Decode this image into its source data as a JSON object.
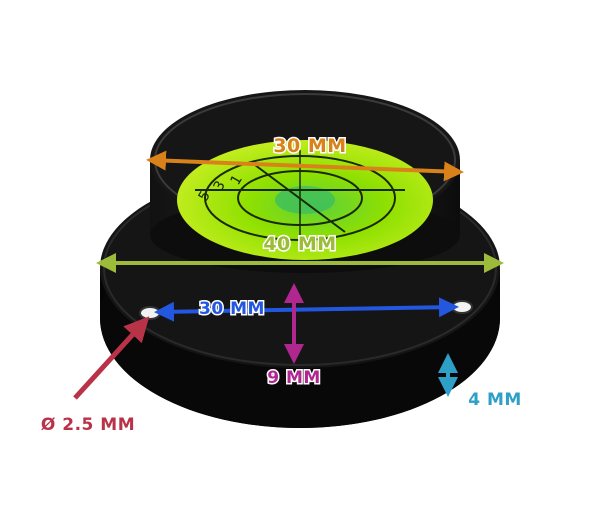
{
  "labels": {
    "top_diameter": "30 MM",
    "base_diameter": "40 MM",
    "hole_spacing": "30 MM",
    "height": "9 MM",
    "base_thickness": "4 MM",
    "hole_diameter": "Ø 2.5 MM"
  },
  "scale_marks": [
    "5",
    "3",
    "1"
  ],
  "colors": {
    "top_diameter": "#d9821a",
    "base_diameter": "#9dbb3a",
    "hole_spacing": "#2457e0",
    "height": "#b0288f",
    "base_thickness": "#2ea0c8",
    "hole_diameter": "#b83248",
    "vial_green": "#8fe000",
    "body": "#0b0b0b"
  }
}
